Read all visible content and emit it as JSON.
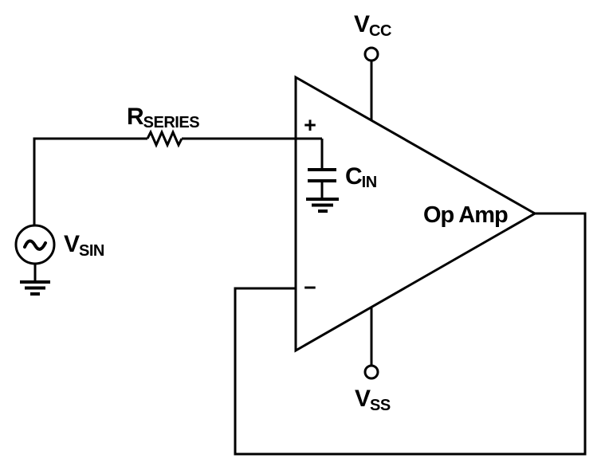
{
  "diagram": {
    "type": "op-amp input RC circuit schematic",
    "op_amp": {
      "label": "Op Amp",
      "plus_port": "+",
      "minus_port": "−"
    },
    "supplies": {
      "vcc": {
        "main": "V",
        "sub": "CC"
      },
      "vss": {
        "main": "V",
        "sub": "SS"
      }
    },
    "source": {
      "label": {
        "main": "V",
        "sub": "SIN"
      }
    },
    "resistor": {
      "label": {
        "main": "R",
        "sub": "SERIES"
      }
    },
    "capacitor": {
      "label": {
        "main": "C",
        "sub": "IN"
      }
    },
    "colors": {
      "opamp_fill": "#b3ddf3",
      "stroke": "#000000",
      "background": "#ffffff"
    }
  }
}
